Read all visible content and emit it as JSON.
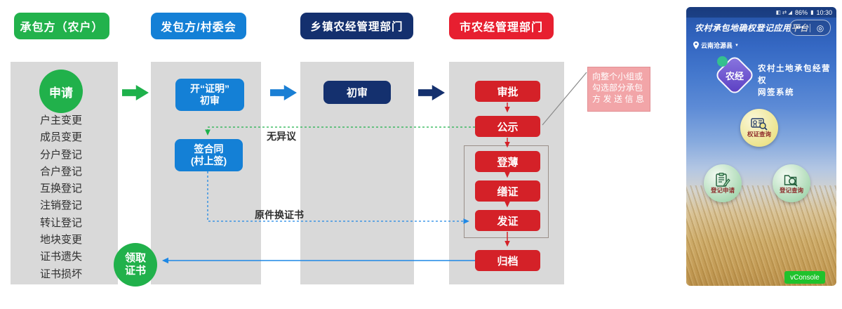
{
  "flow": {
    "headers": [
      {
        "label": "承包方（农户）"
      },
      {
        "label": "发包方/村委会"
      },
      {
        "label": "乡镇农经管理部门"
      },
      {
        "label": "市农经管理部门"
      }
    ],
    "applicant": {
      "start": "申请",
      "items": [
        "户主变更",
        "成员变更",
        "分户登记",
        "合户登记",
        "互换登记",
        "注销登记",
        "转让登记",
        "地块变更",
        "证书遗失",
        "证书损坏"
      ],
      "end_line1": "领取",
      "end_line2": "证书"
    },
    "village": {
      "box1_line1": "开“证明”",
      "box1_line2": "初审",
      "box2_line1": "签合同",
      "box2_line2": "(村上签)"
    },
    "township": {
      "box": "初审"
    },
    "city": {
      "boxes": [
        "审批",
        "公示",
        "登薄",
        "缮证",
        "发证",
        "归档"
      ]
    },
    "labels": {
      "no_objection": "无异议",
      "original_exchange": "原件换证书"
    },
    "note": {
      "line1": "向整个小组或",
      "line2": "勾选部分承包",
      "line3": "方发送信息"
    }
  },
  "phone": {
    "status": {
      "battery": "86%",
      "time": "10:30",
      "icons": "◧ ⇄ ◢"
    },
    "title": "农村承包地确权登记应用平台",
    "capsule": {
      "more": "•••",
      "target": "◎"
    },
    "location": {
      "name": "云南沧源县",
      "caret": "▼"
    },
    "logo_text": "农经",
    "app_name_line1": "农村土地承包经营权",
    "app_name_line2": "网签系统",
    "buttons": [
      {
        "label": "权证查询"
      },
      {
        "label": "登记申请"
      },
      {
        "label": "登记查询"
      }
    ],
    "vconsole": "vConsole"
  },
  "colors": {
    "green": "#21b14b",
    "blue": "#1480d6",
    "navy": "#14306e",
    "red_header": "#e71f30",
    "red_box": "#d42128",
    "pink_note": "#f2a5a8",
    "gray_col": "#d9d9d9"
  }
}
